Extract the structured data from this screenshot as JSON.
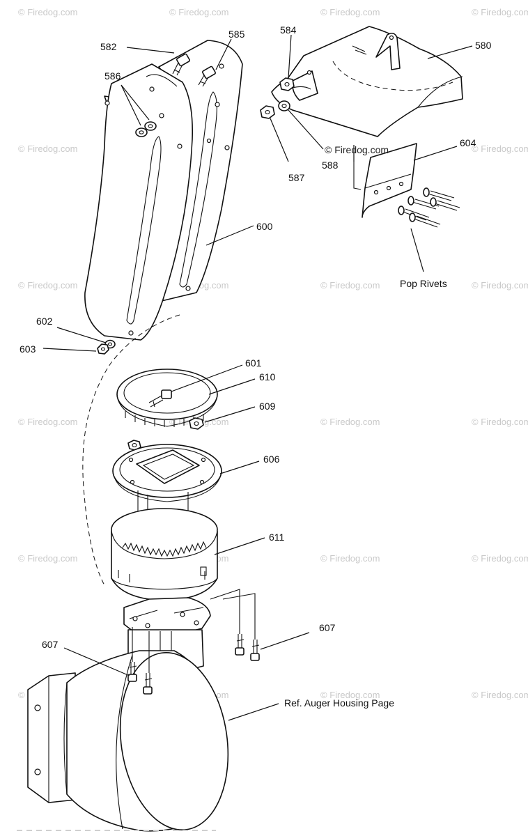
{
  "watermark": "© Firedog.com",
  "callouts": {
    "c580": "580",
    "c582": "582",
    "c584": "584",
    "c585": "585",
    "c586": "586",
    "c587": "587",
    "c588": "588",
    "c600": "600",
    "c601": "601",
    "c602": "602",
    "c603": "603",
    "c604": "604",
    "c606": "606",
    "c607a": "607",
    "c607b": "607",
    "c609": "609",
    "c610": "610",
    "c611": "611"
  },
  "notes": {
    "pop_rivets": "Pop Rivets",
    "ref_auger": "Ref. Auger Housing Page"
  }
}
